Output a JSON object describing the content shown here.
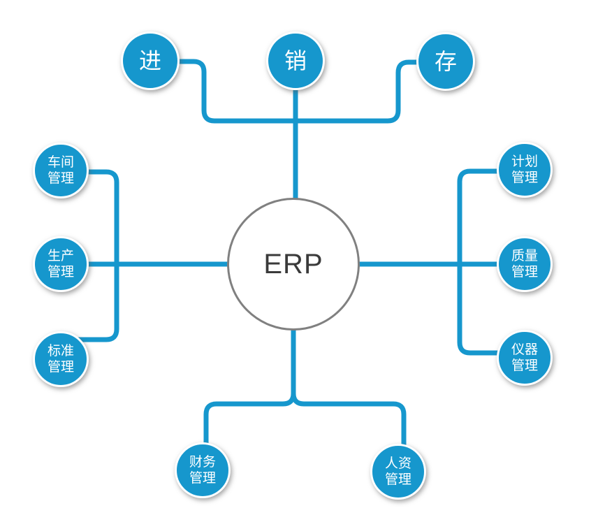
{
  "colors": {
    "node_fill": "#1697cd",
    "connector": "#1697cd",
    "node_text": "#ffffff",
    "center_fill": "#ffffff",
    "center_border": "#808080",
    "center_text": "#3a3a3a"
  },
  "diagram": {
    "center": {
      "label": "ERP"
    },
    "nodes": {
      "purchase": {
        "label": "进"
      },
      "sale": {
        "label": "销"
      },
      "inventory": {
        "label": "存"
      },
      "workshop": {
        "label": "车间\n管理"
      },
      "production": {
        "label": "生产\n管理"
      },
      "standard": {
        "label": "标准\n管理"
      },
      "plan": {
        "label": "计划\n管理"
      },
      "quality": {
        "label": "质量\n管理"
      },
      "instrument": {
        "label": "仪器\n管理"
      },
      "finance": {
        "label": "财务\n管理"
      },
      "hr": {
        "label": "人资\n管理"
      }
    }
  }
}
